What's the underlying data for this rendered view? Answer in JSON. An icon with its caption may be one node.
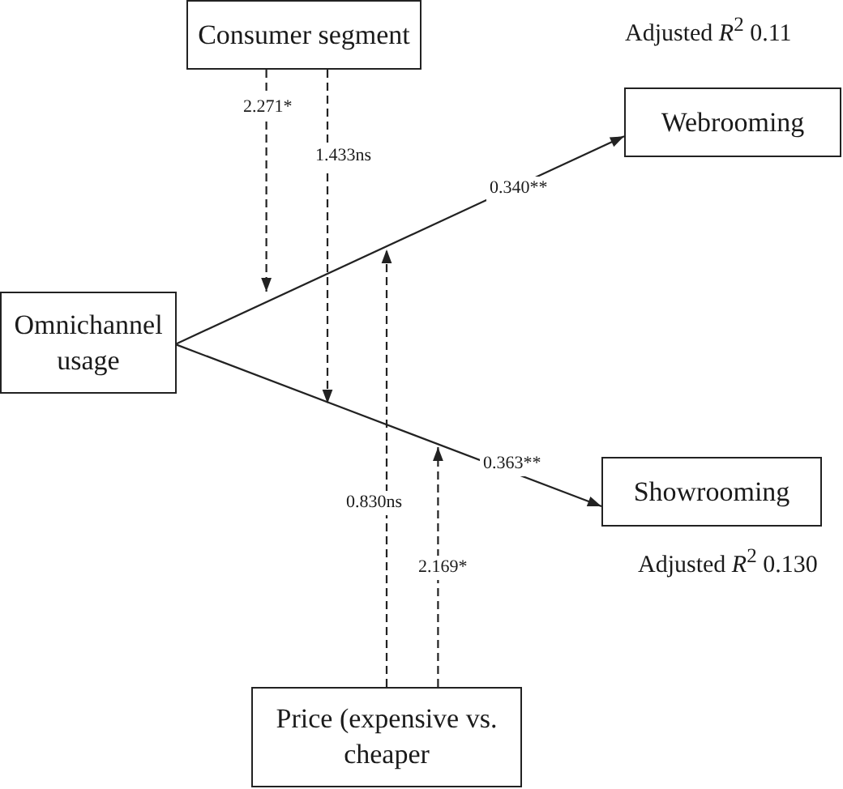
{
  "diagram": {
    "nodes": [
      {
        "text": [
          "Consumer segment"
        ]
      },
      {
        "text": [
          "Omnichannel usage"
        ]
      },
      {
        "text": [
          "Webrooming"
        ],
        "beside": [
          "Adjusted *R*$^{2}$ 0.11"
        ]
      },
      {
        "text": [
          "Showrooming"
        ],
        "beside": [
          "Adjusted *R*$^{2}$ 0.130"
        ]
      },
      {
        "text": [
          "Price (expensive vs. cheaper"
        ]
      }
    ],
    "edges": [
      {
        "from": 1,
        "to": 2,
        "arrow": "to",
        "label": "0.340**"
      },
      {
        "from": 1,
        "to": 3,
        "arrow": "to",
        "label": "0.363**"
      },
      {
        "from": 0,
        "to": null,
        "arrow": "to",
        "style": "dashed",
        "label": "2.271*"
      },
      {
        "from": 0,
        "to": null,
        "arrow": "to",
        "style": "dashed",
        "label": "1.433ns"
      },
      {
        "from": 4,
        "to": null,
        "arrow": "to",
        "style": "dashed",
        "label": "0.830ns"
      },
      {
        "from": 4,
        "to": null,
        "arrow": "to",
        "style": "dashed",
        "label": "2.169*"
      }
    ]
  }
}
